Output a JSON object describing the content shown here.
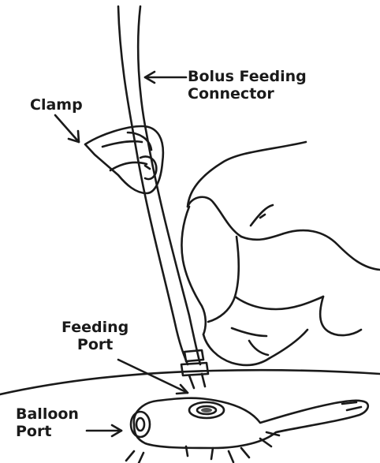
{
  "labels": {
    "bolus_feeding_connector": [
      "Bolus Feeding",
      "Connector"
    ],
    "clamp": [
      "Clamp"
    ],
    "feeding_port": [
      "Feeding",
      "Port"
    ],
    "balloon_port": [
      "Balloon",
      "Port"
    ]
  },
  "colors": {
    "ink": "#1a1a1a",
    "background": "#ffffff",
    "port_shading": "#555555"
  }
}
